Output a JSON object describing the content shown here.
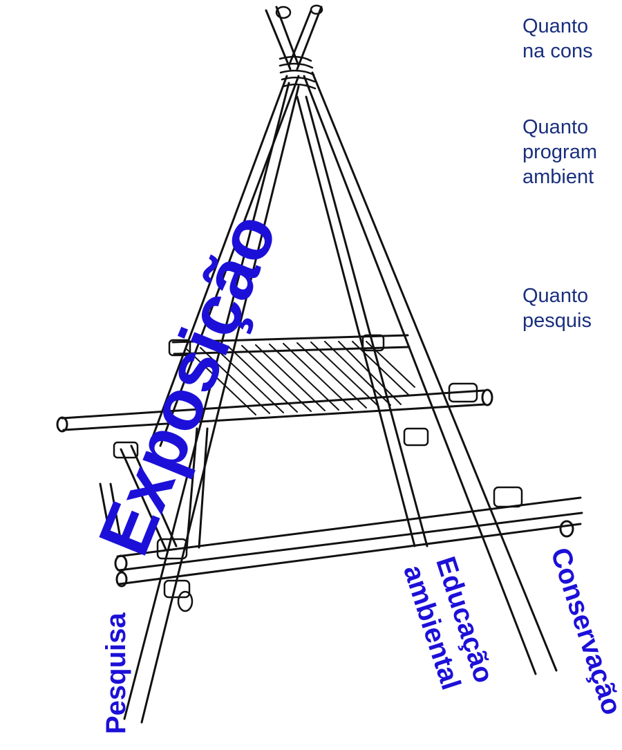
{
  "diagram": {
    "main_label": "Exposição",
    "leg_labels": {
      "left": "Pesquisa",
      "middle_line1": "Educação",
      "middle_line2": "ambiental",
      "right": "Conservação"
    },
    "side_text_fragments": [
      {
        "lines": [
          "Quanto",
          "na cons"
        ]
      },
      {
        "lines": [
          "Quanto",
          "program",
          "ambient"
        ]
      },
      {
        "lines": [
          "Quanto",
          "pesquis"
        ]
      }
    ],
    "colors": {
      "label_blue": "#1c10d8",
      "text_navy": "#1a2f7d",
      "ink": "#111111"
    }
  }
}
